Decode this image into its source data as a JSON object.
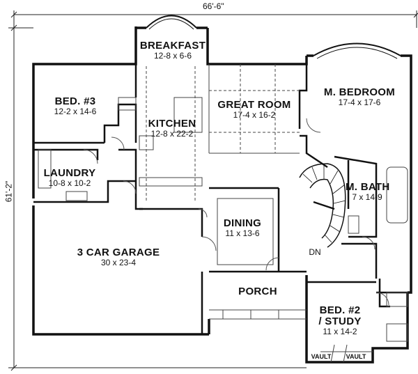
{
  "overall": {
    "width": "66'-6\"",
    "depth": "61'-2\""
  },
  "rooms": {
    "breakfast": {
      "name": "BREAKFAST",
      "dims": "12-8 x 6-6"
    },
    "bed3": {
      "name": "BED. #3",
      "dims": "12-2 x 14-6"
    },
    "kitchen": {
      "name": "KITCHEN",
      "dims": "12-8 x 22-2"
    },
    "great_room": {
      "name": "GREAT ROOM",
      "dims": "17-4 x 16-2"
    },
    "m_bedroom": {
      "name": "M. BEDROOM",
      "dims": "17-4 x 17-6"
    },
    "laundry": {
      "name": "LAUNDRY",
      "dims": "10-8 x 10-2"
    },
    "m_bath": {
      "name": "M. BATH",
      "dims": "7 x 14-9"
    },
    "dining": {
      "name": "DINING",
      "dims": "11 x 13-6"
    },
    "garage": {
      "name": "3 CAR GARAGE",
      "dims": "30 x 23-4"
    },
    "porch": {
      "name": "PORCH"
    },
    "bed2": {
      "name": "BED. #2",
      "name2": "/ STUDY",
      "dims": "11 x 14-2"
    }
  },
  "labels": {
    "stair": "DN",
    "vault_left": "VAULT",
    "vault_right": "VAULT"
  }
}
